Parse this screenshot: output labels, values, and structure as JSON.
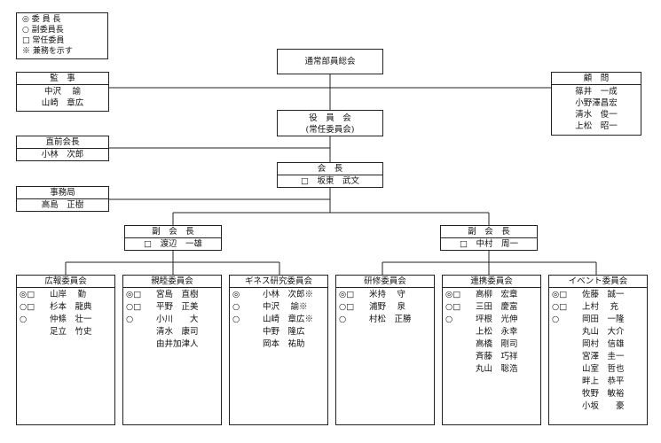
{
  "legend": [
    "◎ 委 員 長",
    "○ 副委員長",
    "□ 常任委員",
    "※ 兼務を示す"
  ],
  "general_assembly": "通常部員総会",
  "auditors": {
    "title": "監　事",
    "members": [
      "中沢　 諭",
      "山崎　章広"
    ]
  },
  "advisors": {
    "title": "顧　問",
    "members": [
      "篠井　一成",
      "小野澤昌宏",
      "清水　俊一",
      "上松　昭一"
    ]
  },
  "board": {
    "title": "役　員　会",
    "subtitle": "(常任委員会)"
  },
  "former_president": {
    "title": "直前会長",
    "name": "小林　次郎"
  },
  "president": {
    "title": "会　長",
    "name": "□　坂東　武文"
  },
  "secretariat": {
    "title": "事務局",
    "name": "高島　正樹"
  },
  "vice_presidents": [
    {
      "title": "副　会　長",
      "name": "□　渡辺　一雄"
    },
    {
      "title": "副　会　長",
      "name": "□　中村　周一"
    }
  ],
  "committees": [
    {
      "title": "広報委員会",
      "members": [
        {
          "mark": "◎□",
          "name": "山岸　 勤"
        },
        {
          "mark": "○□",
          "name": "杉本　龍典"
        },
        {
          "mark": "○",
          "name": "仲條　壮一"
        },
        {
          "mark": "",
          "name": "足立　竹史"
        }
      ]
    },
    {
      "title": "親睦委員会",
      "members": [
        {
          "mark": "◎□",
          "name": "宮島　直樹"
        },
        {
          "mark": "○□",
          "name": "平野　正美"
        },
        {
          "mark": "○",
          "name": "小川　　大"
        },
        {
          "mark": "",
          "name": "清水　康司"
        },
        {
          "mark": "",
          "name": "由井加津人"
        }
      ]
    },
    {
      "title": "ギネス研究委員会",
      "members": [
        {
          "mark": "◎",
          "name": "小林　次郎※"
        },
        {
          "mark": "○",
          "name": "中沢　 諭※"
        },
        {
          "mark": "○",
          "name": "山崎　章広※"
        },
        {
          "mark": "",
          "name": "中野　隆広"
        },
        {
          "mark": "",
          "name": "岡本　祐助"
        }
      ]
    },
    {
      "title": "研修委員会",
      "members": [
        {
          "mark": "◎□",
          "name": "米持　 守"
        },
        {
          "mark": "○□",
          "name": "浦野　 泉"
        },
        {
          "mark": "○",
          "name": "村松　正勝"
        }
      ]
    },
    {
      "title": "連携委員会",
      "members": [
        {
          "mark": "◎□",
          "name": "高柳　宏章"
        },
        {
          "mark": "○□",
          "name": "三田　慶富"
        },
        {
          "mark": "○",
          "name": "坪根　光伸"
        },
        {
          "mark": "",
          "name": "上松　永幸"
        },
        {
          "mark": "",
          "name": "高橋　剛司"
        },
        {
          "mark": "",
          "name": "斉藤　巧祥"
        },
        {
          "mark": "",
          "name": "丸山　聡浩"
        }
      ]
    },
    {
      "title": "イベント委員会",
      "members": [
        {
          "mark": "◎□",
          "name": "佐藤　誠一"
        },
        {
          "mark": "○□",
          "name": "上村　 充"
        },
        {
          "mark": "○",
          "name": "岡田　一隆"
        },
        {
          "mark": "",
          "name": "丸山　大介"
        },
        {
          "mark": "",
          "name": "岡村　信雄"
        },
        {
          "mark": "",
          "name": "宮澤　圭一"
        },
        {
          "mark": "",
          "name": "山室　哲也"
        },
        {
          "mark": "",
          "name": "畔上　恭平"
        },
        {
          "mark": "",
          "name": "牧野　敏裕"
        },
        {
          "mark": "",
          "name": "小坂　　豪"
        }
      ]
    }
  ]
}
